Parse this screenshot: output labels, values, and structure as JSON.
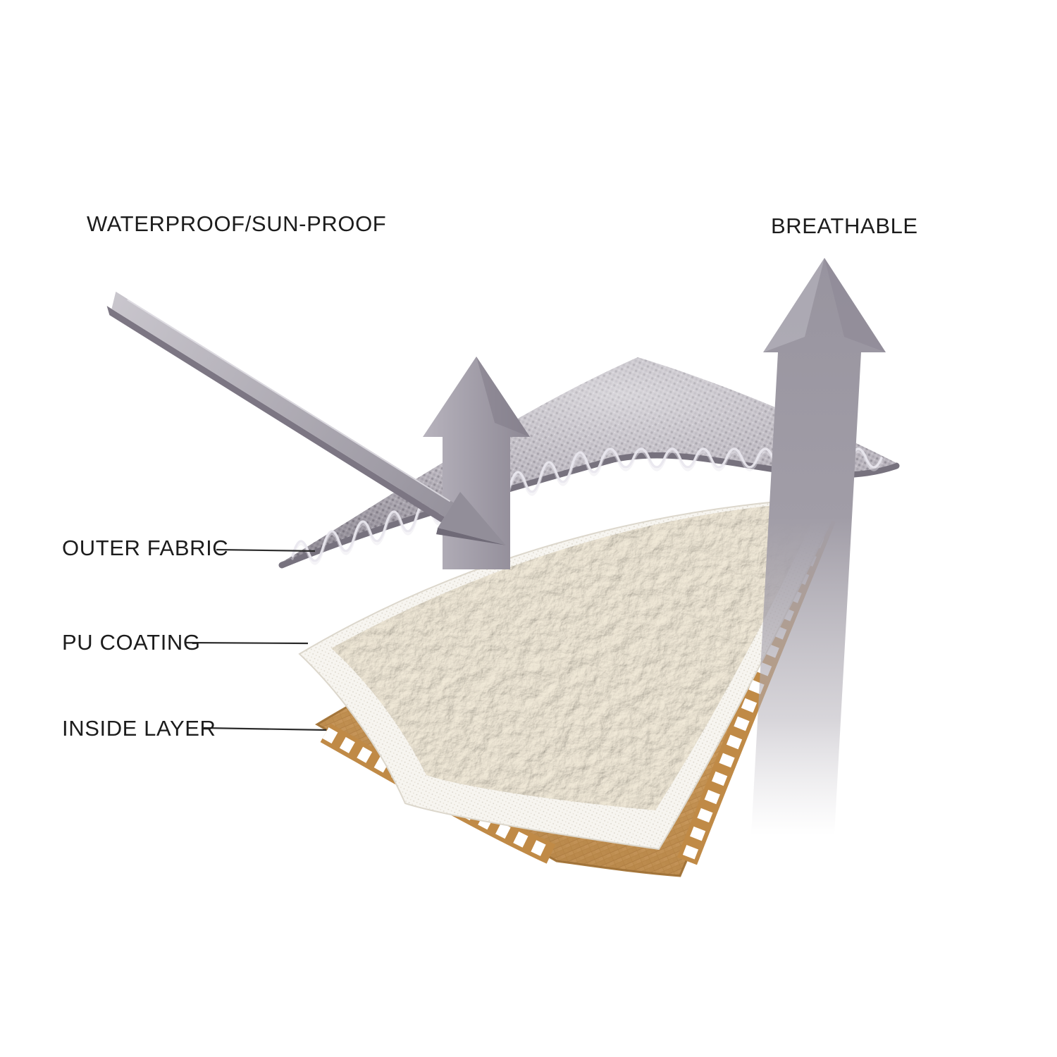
{
  "diagram": {
    "title_left": "WATERPROOF/SUN-PROOF",
    "title_right": "BREATHABLE",
    "labels": {
      "outer_fabric": "OUTER FABRIC",
      "pu_coating": "PU COATING",
      "inside_layer": "INSIDE LAYER"
    },
    "colors": {
      "background": "#ffffff",
      "text": "#1c1c1c",
      "arrow_gray": "#9d99a3",
      "arrow_gray_dark": "#7c7683",
      "mesh_gray": "#b4afb8",
      "mesh_gray_dark": "#8e8994",
      "mesh_edge": "#77727e",
      "zigzag_trim": "#e9e7ee",
      "fleece_cream": "#ede5d4",
      "pu_white": "#f7f5f0",
      "pu_dot": "#d8d3c8",
      "inside_tan": "#dcaa6c",
      "inside_tan_dark": "#b9854a",
      "hole_white": "#ffffff",
      "leader_line": "#2a2a2a"
    }
  }
}
